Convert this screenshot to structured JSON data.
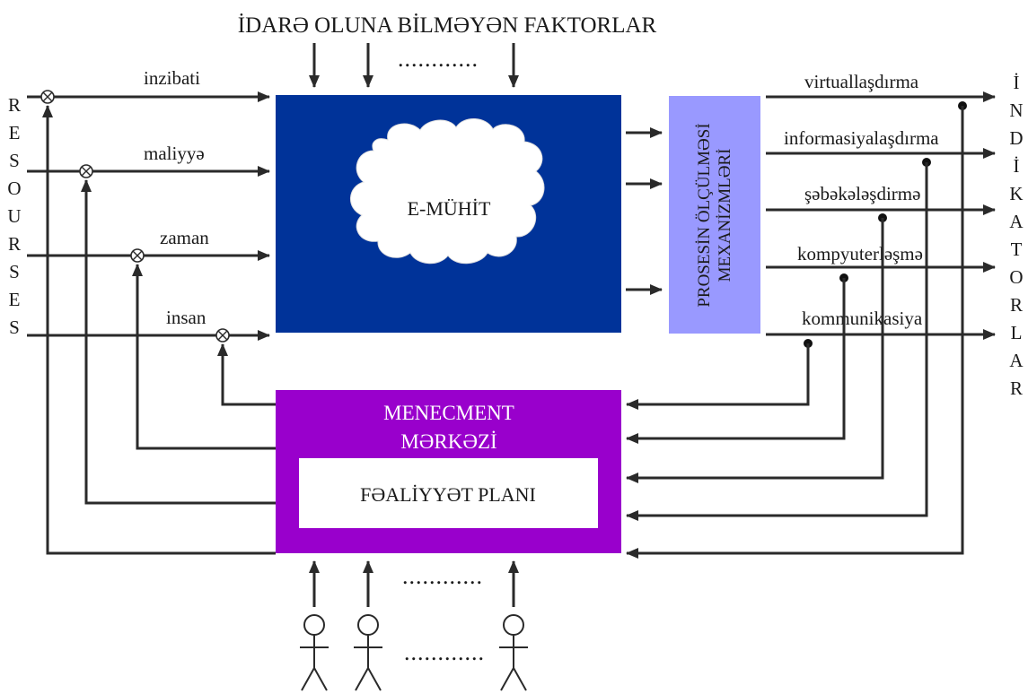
{
  "top_label": "İDARƏ OLUNA BİLMƏYƏN FAKTORLAR",
  "resources_letters": [
    "R",
    "E",
    "S",
    "O",
    "U",
    "R",
    "S",
    "E",
    "S"
  ],
  "indicators_letters": [
    "İ",
    "N",
    "D",
    "İ",
    "K",
    "A",
    "T",
    "O",
    "R",
    "L",
    "A",
    "R"
  ],
  "inputs": [
    "inzibati",
    "maliyyə",
    "zaman",
    "insan"
  ],
  "env_label": "E-MÜHİT",
  "mechanism_lines": [
    "PROSESİN ÖLÇÜLMƏSİ",
    "MEXANİZMLƏRİ"
  ],
  "outputs": [
    "virtuallaşdırma",
    "informasiyalaşdırma",
    "şəbəkələşdirmə",
    "kompyuterləşmə",
    "kommunikasiya"
  ],
  "management_lines": [
    "MENECMENT",
    "MƏRKƏZİ"
  ],
  "plan_label": "FƏALİYYƏT PLANI",
  "dots_top": "............",
  "dots_bottom_arrows": "............",
  "dots_people": "............",
  "colors": {
    "environment": "#003399",
    "mechanism": "#9999ff",
    "management": "#9900cc",
    "line": "#2a2a2a"
  }
}
